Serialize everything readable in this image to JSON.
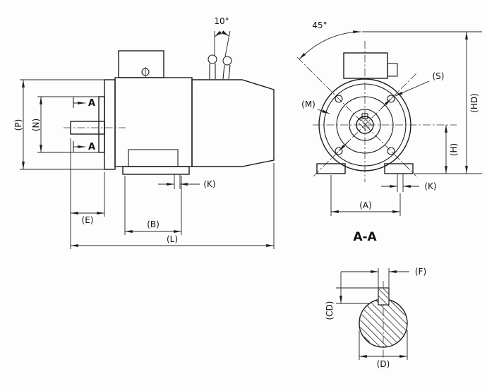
{
  "drawing": {
    "side": {
      "angle": "10°",
      "p": "(P)",
      "n": "(N)",
      "e": "(E)",
      "b": "(B)",
      "l": "(L)",
      "k": "(K)",
      "cut_top": "A",
      "cut_bottom": "A"
    },
    "front": {
      "angle": "45°",
      "s": "(S)",
      "m": "(M)",
      "hd": "(HD)",
      "h": "(H)",
      "k": "(K)",
      "a": "(A)"
    },
    "section": {
      "title": "A-A",
      "f": "(F)",
      "cd": "(CD)",
      "d": "(D)"
    }
  }
}
